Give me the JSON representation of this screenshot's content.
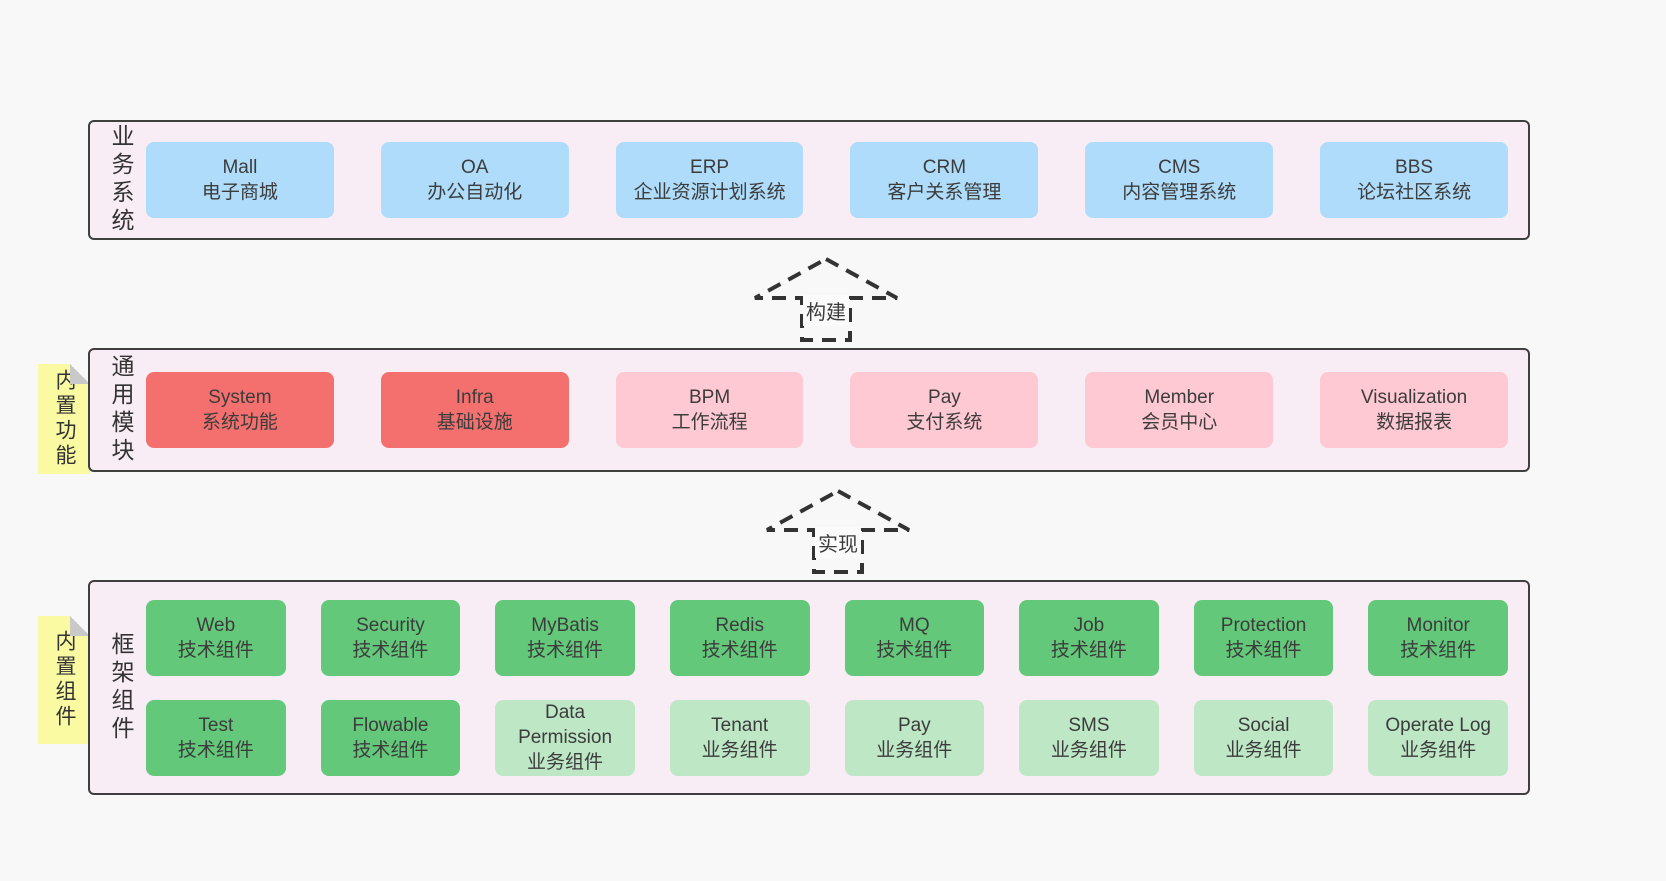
{
  "colors": {
    "page_bg": "#f8f8f8",
    "band_bg": "#f8ecf5",
    "band_border": "#3f3f3f",
    "blue_box": "#aedcfa",
    "red_box": "#f4706f",
    "pink_box": "#fec9d3",
    "green_box": "#63c87a",
    "light_green_box": "#bee7c6",
    "yellow_tab": "#fafaa2",
    "text": "#3c3c3c"
  },
  "business": {
    "label": "业务系统",
    "items": [
      {
        "name": "Mall",
        "desc": "电子商城"
      },
      {
        "name": "OA",
        "desc": "办公自动化"
      },
      {
        "name": "ERP",
        "desc": "企业资源计划系统"
      },
      {
        "name": "CRM",
        "desc": "客户关系管理"
      },
      {
        "name": "CMS",
        "desc": "内容管理系统"
      },
      {
        "name": "BBS",
        "desc": "论坛社区系统"
      }
    ]
  },
  "arrows": {
    "build": "构建",
    "implement": "实现"
  },
  "common": {
    "label": "通用模块",
    "tab": "内置功能",
    "items": [
      {
        "name": "System",
        "desc": "系统功能"
      },
      {
        "name": "Infra",
        "desc": "基础设施"
      },
      {
        "name": "BPM",
        "desc": "工作流程"
      },
      {
        "name": "Pay",
        "desc": "支付系统"
      },
      {
        "name": "Member",
        "desc": "会员中心"
      },
      {
        "name": "Visualization",
        "desc": "数据报表"
      }
    ]
  },
  "framework": {
    "label": "框架组件",
    "tab": "内置组件",
    "row1": [
      {
        "name": "Web",
        "desc": "技术组件"
      },
      {
        "name": "Security",
        "desc": "技术组件"
      },
      {
        "name": "MyBatis",
        "desc": "技术组件"
      },
      {
        "name": "Redis",
        "desc": "技术组件"
      },
      {
        "name": "MQ",
        "desc": "技术组件"
      },
      {
        "name": "Job",
        "desc": "技术组件"
      },
      {
        "name": "Protection",
        "desc": "技术组件"
      },
      {
        "name": "Monitor",
        "desc": "技术组件"
      }
    ],
    "row2": [
      {
        "name": "Test",
        "desc": "技术组件"
      },
      {
        "name": "Flowable",
        "desc": "技术组件"
      },
      {
        "name": "Data Permission",
        "desc": "业务组件"
      },
      {
        "name": "Tenant",
        "desc": "业务组件"
      },
      {
        "name": "Pay",
        "desc": "业务组件"
      },
      {
        "name": "SMS",
        "desc": "业务组件"
      },
      {
        "name": "Social",
        "desc": "业务组件"
      },
      {
        "name": "Operate Log",
        "desc": "业务组件"
      }
    ]
  }
}
